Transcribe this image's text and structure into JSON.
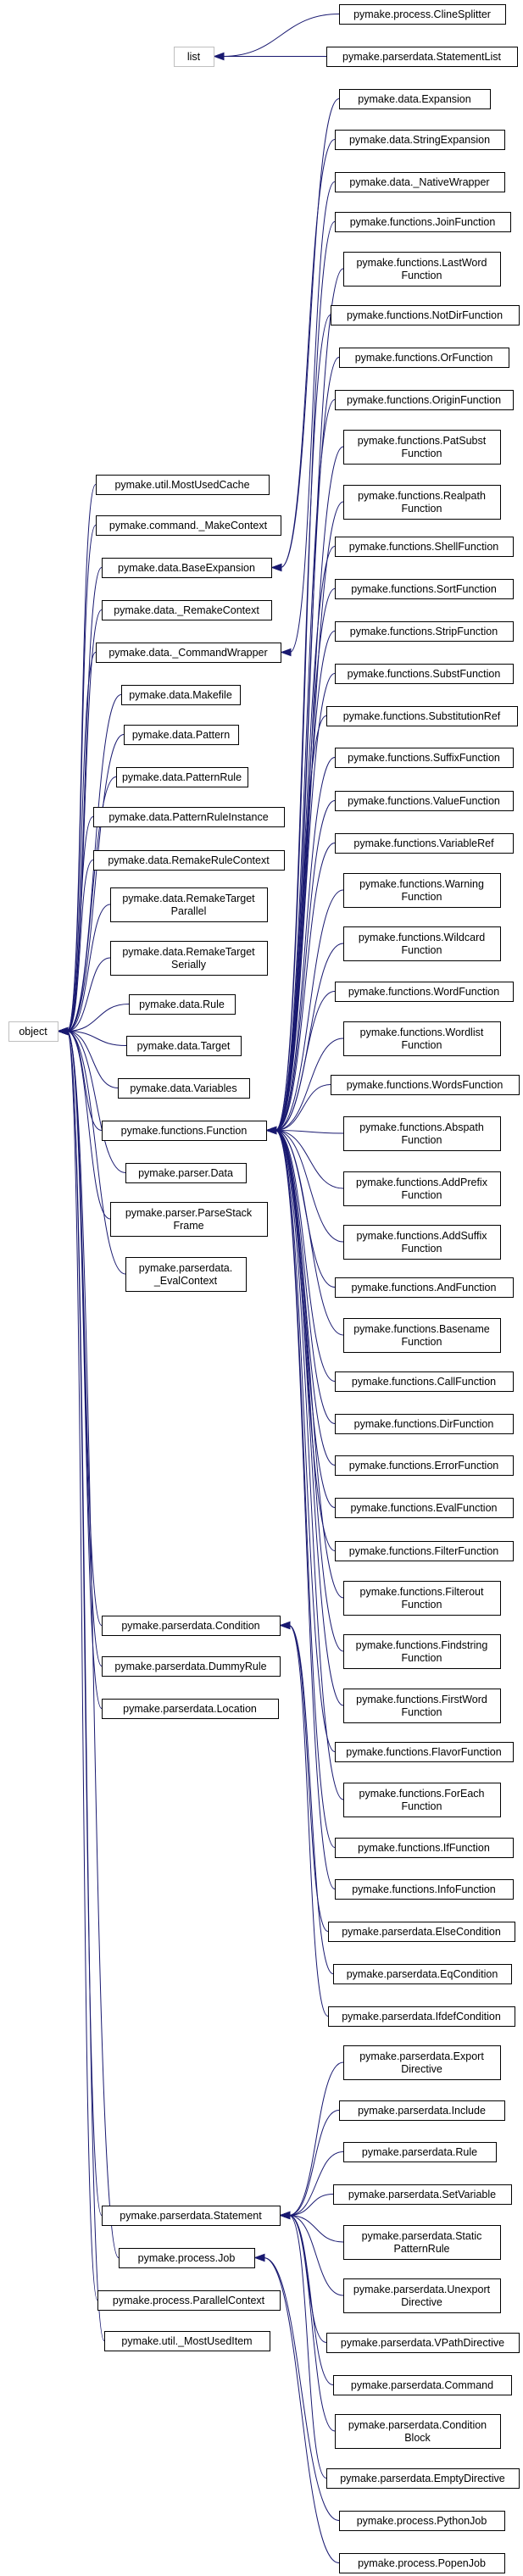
{
  "nodes": {
    "list": "list",
    "object": "object",
    "p_ClineSplitter": "pymake.process.ClineSplitter",
    "p_StatementList": "pymake.parserdata.StatementList",
    "u_MostUsedCache": "pymake.util.MostUsedCache",
    "c_MakeContext": "pymake.command._MakeContext",
    "d_BaseExpansion": "pymake.data.BaseExpansion",
    "d_RemakeContext": "pymake.data._RemakeContext",
    "d_CommandWrapper": "pymake.data._CommandWrapper",
    "d_Makefile": "pymake.data.Makefile",
    "d_Pattern": "pymake.data.Pattern",
    "d_PatternRule": "pymake.data.PatternRule",
    "d_PatternRuleInstance": "pymake.data.PatternRuleInstance",
    "d_RemakeRuleContext": "pymake.data.RemakeRuleContext",
    "d_RemakeTargetParallel": [
      "pymake.data.RemakeTarget",
      "Parallel"
    ],
    "d_RemakeTargetSerially": [
      "pymake.data.RemakeTarget",
      "Serially"
    ],
    "d_Rule": "pymake.data.Rule",
    "d_Target": "pymake.data.Target",
    "d_Variables": "pymake.data.Variables",
    "f_Function": "pymake.functions.Function",
    "pr_Data": "pymake.parser.Data",
    "pr_ParseStackFrame": [
      "pymake.parser.ParseStack",
      "Frame"
    ],
    "pd_EvalContext": [
      "pymake.parserdata.",
      "_EvalContext"
    ],
    "pd_Condition": "pymake.parserdata.Condition",
    "pd_DummyRule": "pymake.parserdata.DummyRule",
    "pd_Location": "pymake.parserdata.Location",
    "pd_Statement": "pymake.parserdata.Statement",
    "pc_Job": "pymake.process.Job",
    "pc_ParallelContext": "pymake.process.ParallelContext",
    "u_MostUsedItem": "pymake.util._MostUsedItem",
    "d_Expansion": "pymake.data.Expansion",
    "d_StringExpansion": "pymake.data.StringExpansion",
    "d_NativeWrapper": "pymake.data._NativeWrapper",
    "f_JoinFunction": "pymake.functions.JoinFunction",
    "f_LastWordFunction": [
      "pymake.functions.LastWord",
      "Function"
    ],
    "f_NotDirFunction": "pymake.functions.NotDirFunction",
    "f_OrFunction": "pymake.functions.OrFunction",
    "f_OriginFunction": "pymake.functions.OriginFunction",
    "f_PatSubstFunction": [
      "pymake.functions.PatSubst",
      "Function"
    ],
    "f_RealpathFunction": [
      "pymake.functions.Realpath",
      "Function"
    ],
    "f_ShellFunction": "pymake.functions.ShellFunction",
    "f_SortFunction": "pymake.functions.SortFunction",
    "f_StripFunction": "pymake.functions.StripFunction",
    "f_SubstFunction": "pymake.functions.SubstFunction",
    "f_SubstitutionRef": "pymake.functions.SubstitutionRef",
    "f_SuffixFunction": "pymake.functions.SuffixFunction",
    "f_ValueFunction": "pymake.functions.ValueFunction",
    "f_VariableRef": "pymake.functions.VariableRef",
    "f_WarningFunction": [
      "pymake.functions.Warning",
      "Function"
    ],
    "f_WildcardFunction": [
      "pymake.functions.Wildcard",
      "Function"
    ],
    "f_WordFunction": "pymake.functions.WordFunction",
    "f_WordlistFunction": [
      "pymake.functions.Wordlist",
      "Function"
    ],
    "f_WordsFunction": "pymake.functions.WordsFunction",
    "f_AbspathFunction": [
      "pymake.functions.Abspath",
      "Function"
    ],
    "f_AddPrefixFunction": [
      "pymake.functions.AddPrefix",
      "Function"
    ],
    "f_AddSuffixFunction": [
      "pymake.functions.AddSuffix",
      "Function"
    ],
    "f_AndFunction": "pymake.functions.AndFunction",
    "f_BasenameFunction": [
      "pymake.functions.Basename",
      "Function"
    ],
    "f_CallFunction": "pymake.functions.CallFunction",
    "f_DirFunction": "pymake.functions.DirFunction",
    "f_ErrorFunction": "pymake.functions.ErrorFunction",
    "f_EvalFunction": "pymake.functions.EvalFunction",
    "f_FilterFunction": "pymake.functions.FilterFunction",
    "f_FilteroutFunction": [
      "pymake.functions.Filterout",
      "Function"
    ],
    "f_FindstringFunction": [
      "pymake.functions.Findstring",
      "Function"
    ],
    "f_FirstWordFunction": [
      "pymake.functions.FirstWord",
      "Function"
    ],
    "f_FlavorFunction": "pymake.functions.FlavorFunction",
    "f_ForEachFunction": [
      "pymake.functions.ForEach",
      "Function"
    ],
    "f_IfFunction": "pymake.functions.IfFunction",
    "f_InfoFunction": "pymake.functions.InfoFunction",
    "pd_ElseCondition": "pymake.parserdata.ElseCondition",
    "pd_EqCondition": "pymake.parserdata.EqCondition",
    "pd_IfdefCondition": "pymake.parserdata.IfdefCondition",
    "pd_ExportDirective": [
      "pymake.parserdata.Export",
      "Directive"
    ],
    "pd_Include": "pymake.parserdata.Include",
    "pd_Rule": "pymake.parserdata.Rule",
    "pd_SetVariable": "pymake.parserdata.SetVariable",
    "pd_StaticPatternRule": [
      "pymake.parserdata.Static",
      "PatternRule"
    ],
    "pd_UnexportDirective": [
      "pymake.parserdata.Unexport",
      "Directive"
    ],
    "pd_VPathDirective": "pymake.parserdata.VPathDirective",
    "pd_Command": "pymake.parserdata.Command",
    "pd_ConditionBlock": [
      "pymake.parserdata.Condition",
      "Block"
    ],
    "pd_EmptyDirective": "pymake.parserdata.EmptyDirective",
    "pc_PythonJob": "pymake.process.PythonJob",
    "pc_PopenJob": "pymake.process.PopenJob"
  },
  "edges": [
    [
      "list",
      "p_ClineSplitter"
    ],
    [
      "list",
      "p_StatementList"
    ],
    [
      "object",
      "u_MostUsedCache"
    ],
    [
      "object",
      "c_MakeContext"
    ],
    [
      "object",
      "d_BaseExpansion"
    ],
    [
      "object",
      "d_RemakeContext"
    ],
    [
      "object",
      "d_CommandWrapper"
    ],
    [
      "object",
      "d_Makefile"
    ],
    [
      "object",
      "d_Pattern"
    ],
    [
      "object",
      "d_PatternRule"
    ],
    [
      "object",
      "d_PatternRuleInstance"
    ],
    [
      "object",
      "d_RemakeRuleContext"
    ],
    [
      "object",
      "d_RemakeTargetParallel"
    ],
    [
      "object",
      "d_RemakeTargetSerially"
    ],
    [
      "object",
      "d_Rule"
    ],
    [
      "object",
      "d_Target"
    ],
    [
      "object",
      "d_Variables"
    ],
    [
      "object",
      "f_Function"
    ],
    [
      "object",
      "pr_Data"
    ],
    [
      "object",
      "pr_ParseStackFrame"
    ],
    [
      "object",
      "pd_EvalContext"
    ],
    [
      "object",
      "pd_Condition"
    ],
    [
      "object",
      "pd_DummyRule"
    ],
    [
      "object",
      "pd_Location"
    ],
    [
      "object",
      "pd_Statement"
    ],
    [
      "object",
      "pc_Job"
    ],
    [
      "object",
      "pc_ParallelContext"
    ],
    [
      "object",
      "u_MostUsedItem"
    ],
    [
      "d_BaseExpansion",
      "d_Expansion"
    ],
    [
      "d_BaseExpansion",
      "d_StringExpansion"
    ],
    [
      "d_CommandWrapper",
      "d_NativeWrapper"
    ],
    [
      "f_Function",
      "f_JoinFunction"
    ],
    [
      "f_Function",
      "f_LastWordFunction"
    ],
    [
      "f_Function",
      "f_NotDirFunction"
    ],
    [
      "f_Function",
      "f_OrFunction"
    ],
    [
      "f_Function",
      "f_OriginFunction"
    ],
    [
      "f_Function",
      "f_PatSubstFunction"
    ],
    [
      "f_Function",
      "f_RealpathFunction"
    ],
    [
      "f_Function",
      "f_ShellFunction"
    ],
    [
      "f_Function",
      "f_SortFunction"
    ],
    [
      "f_Function",
      "f_StripFunction"
    ],
    [
      "f_Function",
      "f_SubstFunction"
    ],
    [
      "f_Function",
      "f_SubstitutionRef"
    ],
    [
      "f_Function",
      "f_SuffixFunction"
    ],
    [
      "f_Function",
      "f_ValueFunction"
    ],
    [
      "f_Function",
      "f_VariableRef"
    ],
    [
      "f_Function",
      "f_WarningFunction"
    ],
    [
      "f_Function",
      "f_WildcardFunction"
    ],
    [
      "f_Function",
      "f_WordFunction"
    ],
    [
      "f_Function",
      "f_WordlistFunction"
    ],
    [
      "f_Function",
      "f_WordsFunction"
    ],
    [
      "f_Function",
      "f_AbspathFunction"
    ],
    [
      "f_Function",
      "f_AddPrefixFunction"
    ],
    [
      "f_Function",
      "f_AddSuffixFunction"
    ],
    [
      "f_Function",
      "f_AndFunction"
    ],
    [
      "f_Function",
      "f_BasenameFunction"
    ],
    [
      "f_Function",
      "f_CallFunction"
    ],
    [
      "f_Function",
      "f_DirFunction"
    ],
    [
      "f_Function",
      "f_ErrorFunction"
    ],
    [
      "f_Function",
      "f_EvalFunction"
    ],
    [
      "f_Function",
      "f_FilterFunction"
    ],
    [
      "f_Function",
      "f_FilteroutFunction"
    ],
    [
      "f_Function",
      "f_FindstringFunction"
    ],
    [
      "f_Function",
      "f_FirstWordFunction"
    ],
    [
      "f_Function",
      "f_FlavorFunction"
    ],
    [
      "f_Function",
      "f_ForEachFunction"
    ],
    [
      "f_Function",
      "f_IfFunction"
    ],
    [
      "f_Function",
      "f_InfoFunction"
    ],
    [
      "pd_Condition",
      "pd_ElseCondition"
    ],
    [
      "pd_Condition",
      "pd_EqCondition"
    ],
    [
      "pd_Condition",
      "pd_IfdefCondition"
    ],
    [
      "pd_Statement",
      "pd_ExportDirective"
    ],
    [
      "pd_Statement",
      "pd_Include"
    ],
    [
      "pd_Statement",
      "pd_Rule"
    ],
    [
      "pd_Statement",
      "pd_SetVariable"
    ],
    [
      "pd_Statement",
      "pd_StaticPatternRule"
    ],
    [
      "pd_Statement",
      "pd_UnexportDirective"
    ],
    [
      "pd_Statement",
      "pd_VPathDirective"
    ],
    [
      "pd_Statement",
      "pd_Command"
    ],
    [
      "pd_Statement",
      "pd_ConditionBlock"
    ],
    [
      "pd_Statement",
      "pd_EmptyDirective"
    ],
    [
      "pc_Job",
      "pc_PythonJob"
    ],
    [
      "pc_Job",
      "pc_PopenJob"
    ]
  ]
}
